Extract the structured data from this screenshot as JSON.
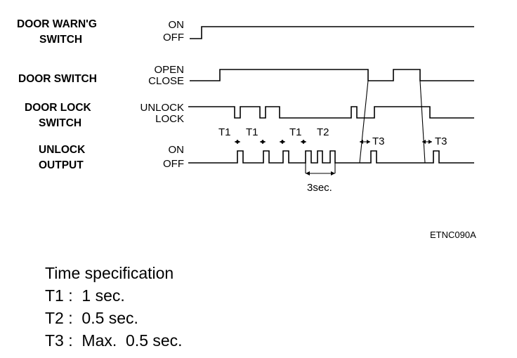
{
  "diagram": {
    "signals": [
      {
        "id": "door-warning",
        "name_lines": [
          "DOOR WARN'G",
          "SWITCH"
        ],
        "high": "ON",
        "low": "OFF"
      },
      {
        "id": "door-switch",
        "name_lines": [
          "DOOR SWITCH"
        ],
        "high": "OPEN",
        "low": "CLOSE"
      },
      {
        "id": "door-lock",
        "name_lines": [
          "DOOR LOCK",
          "SWITCH"
        ],
        "high": "UNLOCK",
        "low": "LOCK"
      },
      {
        "id": "unlock-output",
        "name_lines": [
          "UNLOCK",
          "OUTPUT"
        ],
        "high": "ON",
        "low": "OFF"
      }
    ],
    "timing_labels": {
      "t1": "T1",
      "t2": "T2",
      "t3": "T3",
      "duration": "3sec."
    },
    "figure_code": "ETNC090A"
  },
  "spec": {
    "title": "Time specification",
    "rows": [
      {
        "key": "T1",
        "sep": ":",
        "value": "1 sec."
      },
      {
        "key": "T2",
        "sep": ":",
        "value": "0.5 sec."
      },
      {
        "key": "T3",
        "sep": ":",
        "value": "Max.  0.5 sec."
      }
    ]
  }
}
